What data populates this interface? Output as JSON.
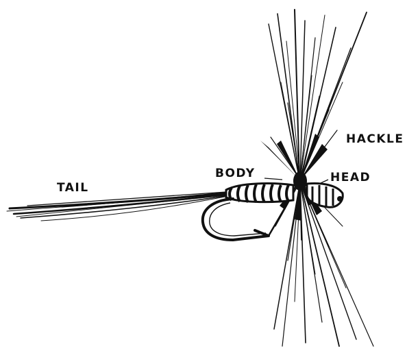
{
  "labels": {
    "tail": "TAIL",
    "body": "BODY",
    "hackle": "HACKLE",
    "head": "HEAD"
  },
  "colors": {
    "ink": "#111111",
    "background": "#ffffff"
  }
}
